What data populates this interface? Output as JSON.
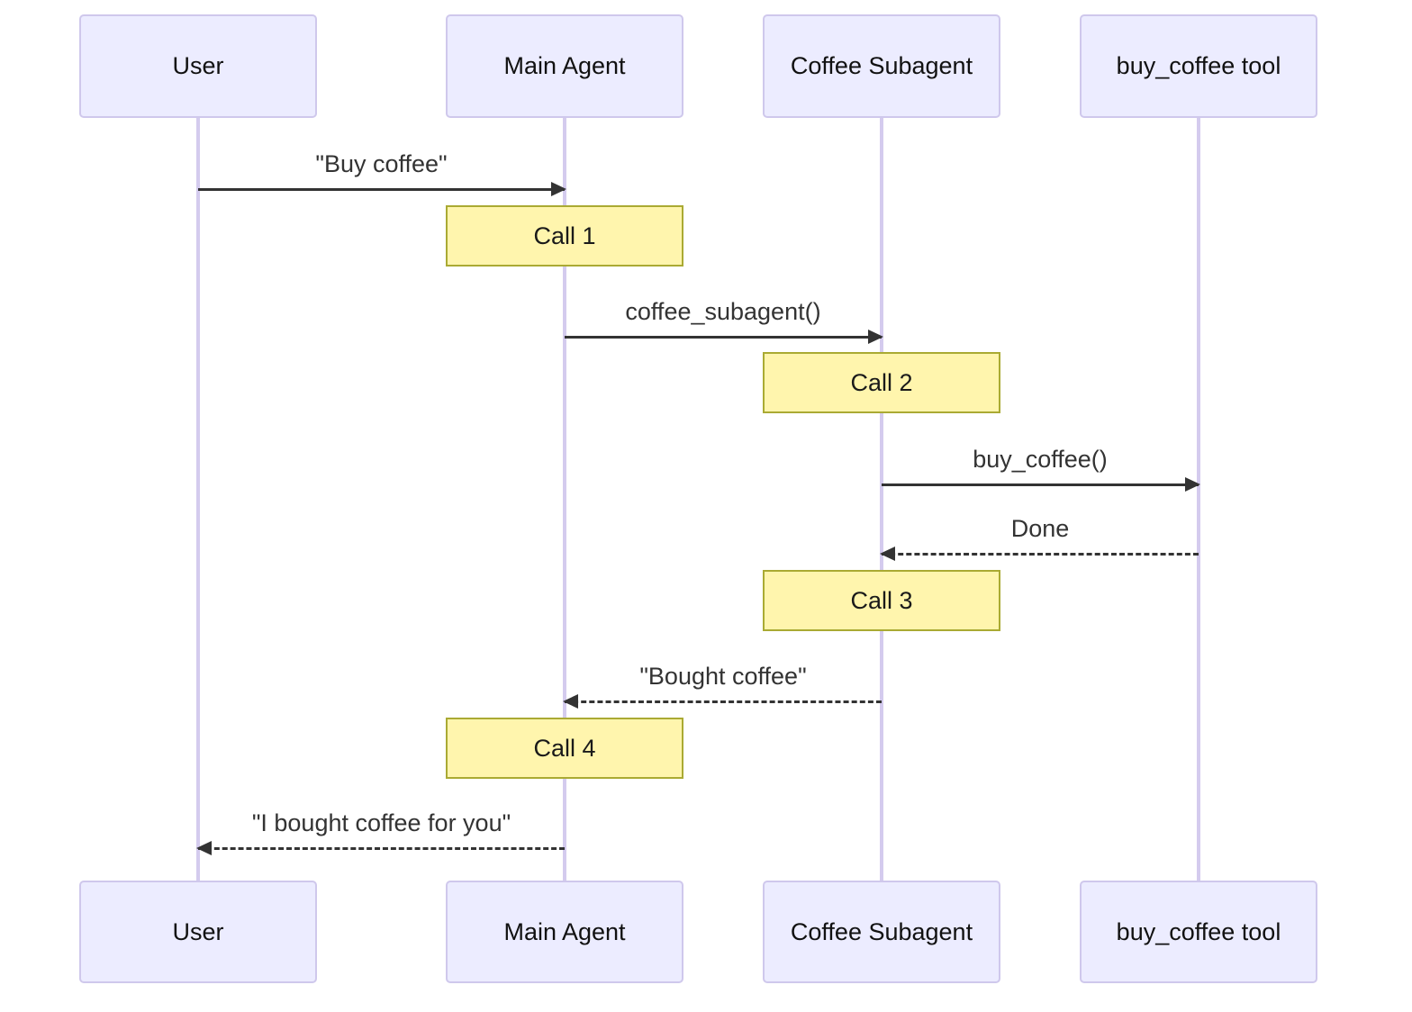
{
  "diagram": {
    "type": "sequence-diagram",
    "participants": [
      {
        "id": "user",
        "label": "User"
      },
      {
        "id": "main-agent",
        "label": "Main Agent"
      },
      {
        "id": "coffee-subagent",
        "label": "Coffee Subagent"
      },
      {
        "id": "buy-coffee-tool",
        "label": "buy_coffee tool"
      }
    ],
    "messages": [
      {
        "from": "User",
        "to": "Main Agent",
        "label": "\"Buy coffee\"",
        "line": "solid",
        "direction": "right"
      },
      {
        "from": "Main Agent",
        "to": "Coffee Subagent",
        "label": "coffee_subagent()",
        "line": "solid",
        "direction": "right"
      },
      {
        "from": "Coffee Subagent",
        "to": "buy_coffee tool",
        "label": "buy_coffee()",
        "line": "solid",
        "direction": "right"
      },
      {
        "from": "buy_coffee tool",
        "to": "Coffee Subagent",
        "label": "Done",
        "line": "dashed",
        "direction": "left"
      },
      {
        "from": "Coffee Subagent",
        "to": "Main Agent",
        "label": "\"Bought coffee\"",
        "line": "dashed",
        "direction": "left"
      },
      {
        "from": "Main Agent",
        "to": "User",
        "label": "\"I bought coffee for you\"",
        "line": "dashed",
        "direction": "left"
      }
    ],
    "notes": [
      {
        "over": "Main Agent",
        "label": "Call 1"
      },
      {
        "over": "Coffee Subagent",
        "label": "Call 2"
      },
      {
        "over": "Coffee Subagent",
        "label": "Call 3"
      },
      {
        "over": "Main Agent",
        "label": "Call 4"
      }
    ],
    "colors": {
      "actor_fill": "#ECECFF",
      "actor_border": "#CFC8EC",
      "lifeline": "#D4CBEE",
      "note_fill": "#FFF5AD",
      "note_border": "#AAAA33",
      "message_line": "#333333",
      "message_text": "#333333",
      "background": "#FFFFFF"
    }
  }
}
